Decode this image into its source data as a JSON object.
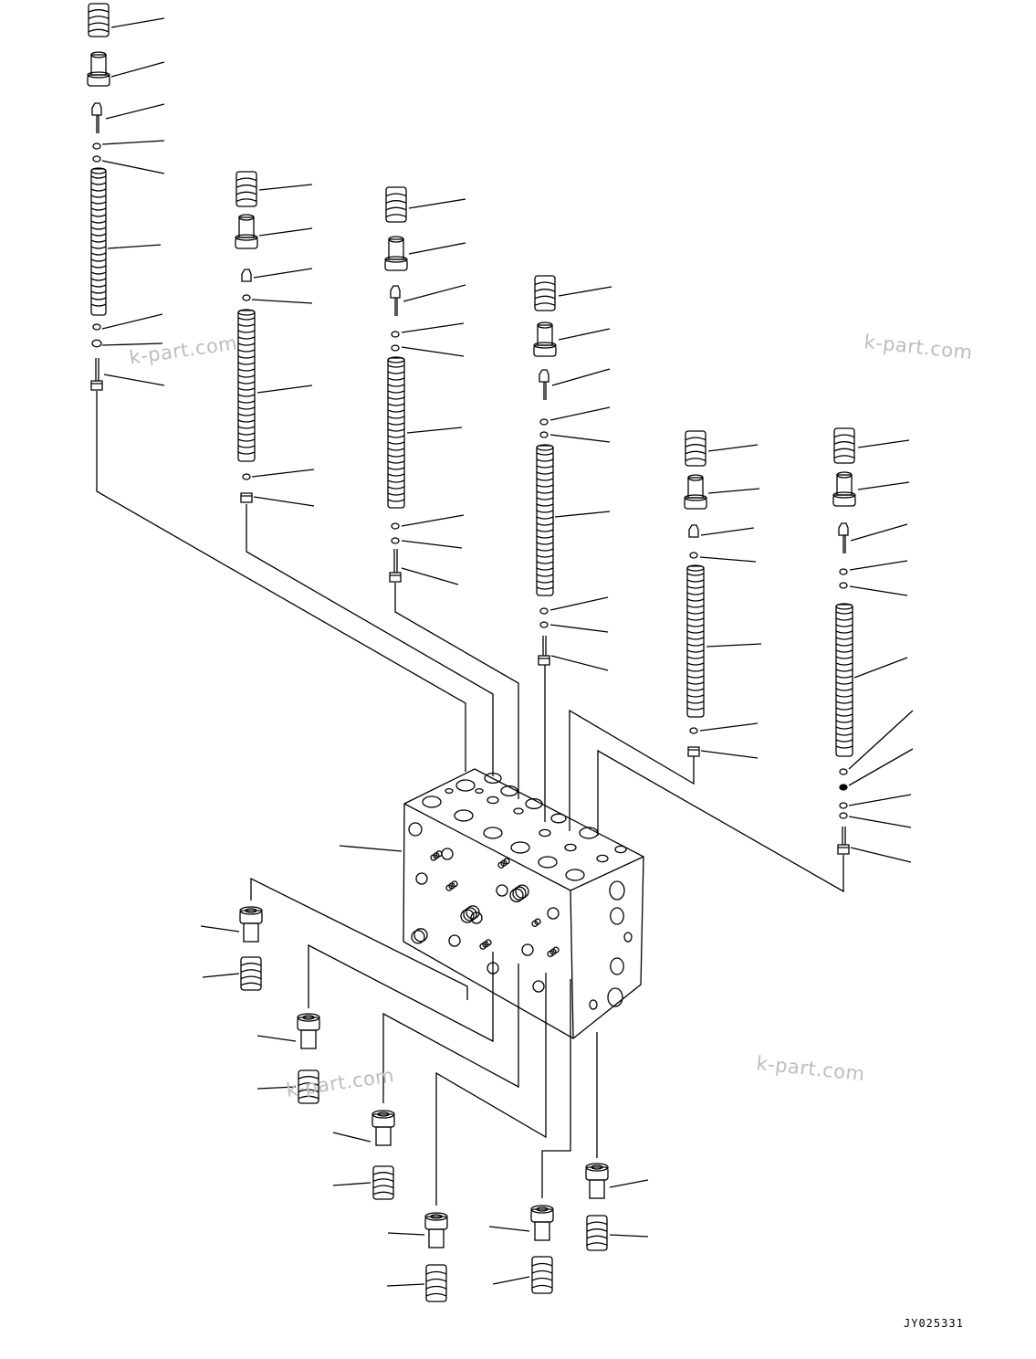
{
  "watermarks": [
    "k-part.com",
    "k-part.com",
    "k-part.com",
    "k-part.com"
  ],
  "drawing_code": "JY025331",
  "icons": {
    "spring": "spring-icon",
    "spool": "spool-icon",
    "o_ring": "o-ring-icon",
    "plug": "plug-icon",
    "valve_body": "valve-body-icon"
  }
}
